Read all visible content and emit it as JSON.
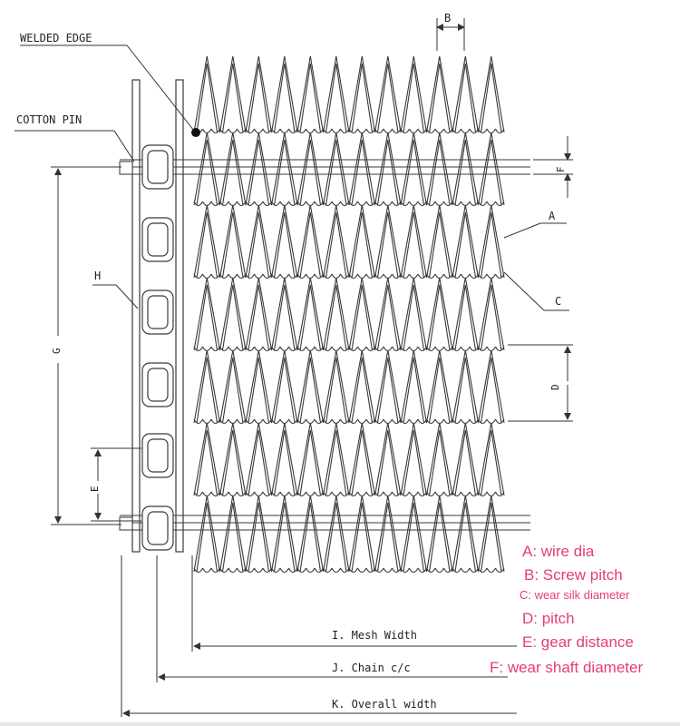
{
  "labels": {
    "welded_edge": "WELDED EDGE",
    "cotton_pin": "COTTON PIN",
    "b": "B",
    "f": "F",
    "a": "A",
    "c": "C",
    "d": "D",
    "g": "G",
    "h": "H",
    "e": "E",
    "mesh_width": "I. Mesh Width",
    "chain_cc": "J. Chain c/c",
    "overall_width": "K. Overall width"
  },
  "legend": [
    "A: wire dia",
    "B: Screw pitch",
    "C: wear silk diameter",
    "D: pitch",
    "E: gear distance",
    "F: wear shaft diameter"
  ],
  "colors": {
    "legend": "#e63a7e",
    "line": "#333333"
  }
}
